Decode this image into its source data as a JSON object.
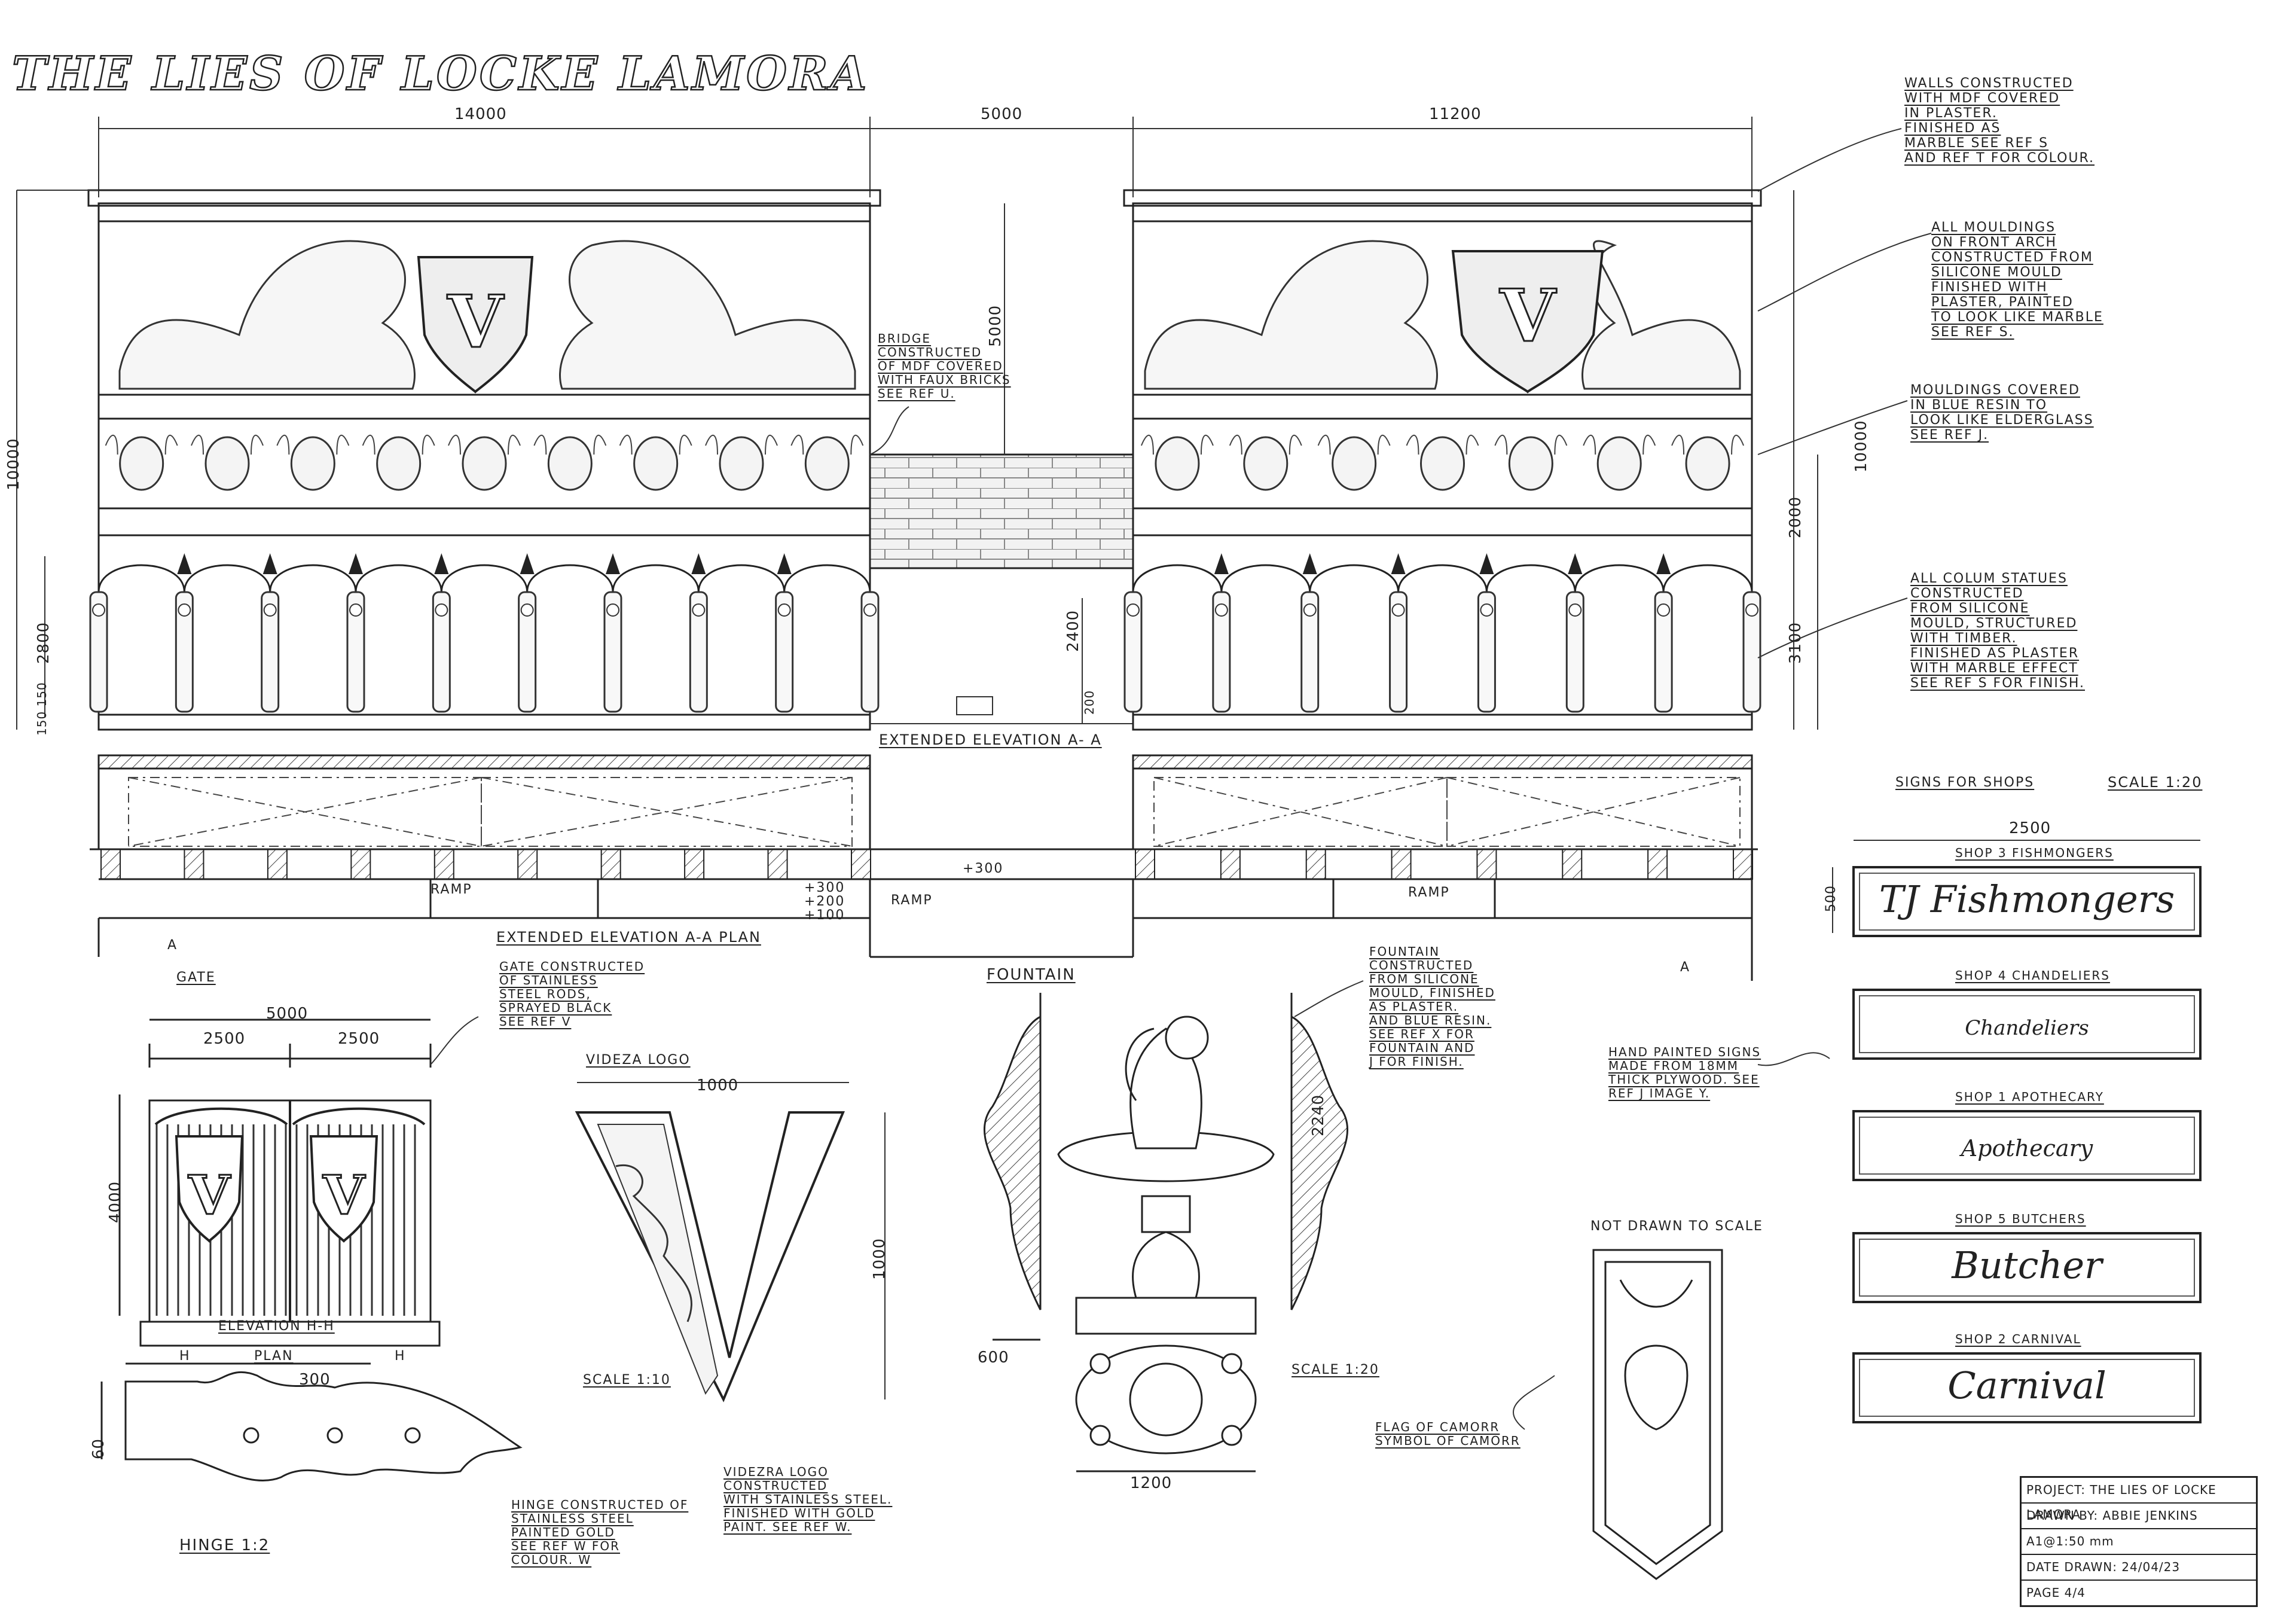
{
  "title": "THE LIES OF LOCKE LAMORA",
  "dimensions": {
    "top_left": "14000",
    "top_mid": "5000",
    "top_right": "11200",
    "left_height": "10000",
    "left_lower": "2800",
    "left_base": "150 150",
    "bridge_height": "5000",
    "bridge_lower": "2400",
    "bridge_base": "200",
    "right_height": "10000",
    "right_upper": "2000",
    "right_lower": "3100"
  },
  "elevation_label": "EXTENDED ELEVATION A- A",
  "plan_label": "EXTENDED ELEVATION A-A PLAN",
  "plan": {
    "ramp": "RAMP",
    "plus300": "+300",
    "levels": [
      "+300",
      "+200",
      "+100"
    ],
    "section_a": "A"
  },
  "notes": {
    "walls": "WALLS CONSTRUCTED\nWITH MDF COVERED\nIN PLASTER.\nFINISHED AS\nMARBLE SEE REF S\nAND REF T FOR COLOUR.",
    "mouldings": "ALL MOULDINGS\nON FRONT ARCH\nCONSTRUCTED FROM\nSILICONE MOULD\nFINISHED WITH\nPLASTER, PAINTED\nTO LOOK LIKE MARBLE\nSEE REF S.",
    "mouldings_blue": "MOULDINGS COVERED\nIN BLUE RESIN TO\nLOOK LIKE ELDERGLASS\nSEE REF J.",
    "statues": "ALL COLUM STATUES\nCONSTRUCTED\nFROM SILICONE\nMOULD, STRUCTURED\nWITH TIMBER.\nFINISHED AS PLASTER\nWITH MARBLE EFFECT\nSEE REF S FOR FINISH.",
    "bridge": "BRIDGE\nCONSTRUCTED\nOF MDF COVERED\nWITH FAUX BRICKS\nSEE REF U.",
    "gate": "GATE CONSTRUCTED\nOF STAINLESS\nSTEEL RODS,\nSPRAYED BLACK\nSEE REF V",
    "fountain": "FOUNTAIN\nCONSTRUCTED\nFROM SILICONE\nMOULD, FINISHED\nAS PLASTER.\nAND BLUE RESIN.\nSEE REF X FOR\nFOUNTAIN AND\nJ FOR FINISH.",
    "signs": "HAND PAINTED SIGNS\nMADE FROM 18MM\nTHICK PLYWOOD. SEE\nREF J IMAGE Y.",
    "hinge": "HINGE CONSTRUCTED OF\nSTAINLESS STEEL\nPAINTED GOLD\nSEE REF W FOR\nCOLOUR. W",
    "logo": "VIDEZRA LOGO\nCONSTRUCTED\nWITH STAINLESS STEEL.\nFINISHED WITH GOLD\nPAINT. SEE REF W.",
    "flag": "FLAG OF CAMORR\nSYMBOL OF CAMORR"
  },
  "gate": {
    "title": "GATE",
    "width": "5000",
    "half_left": "2500",
    "half_right": "2500",
    "height": "4000",
    "elevation": "ELEVATION H-H",
    "plan": "PLAN",
    "h_left": "H",
    "h_right": "H",
    "shield_letter": "V"
  },
  "hinge": {
    "title": "HINGE 1:2",
    "width": "300",
    "height": "60"
  },
  "logo": {
    "title": "VIDEZA LOGO",
    "width": "1000",
    "height": "1000",
    "scale": "SCALE 1:10",
    "letter": "V"
  },
  "fountain": {
    "title": "FOUNTAIN",
    "height": "2240",
    "base_width": "600",
    "plan_width": "1200",
    "scale": "SCALE 1:20"
  },
  "flag_label": "NOT DRAWN TO SCALE",
  "signs": {
    "title": "SIGNS FOR SHOPS",
    "scale": "SCALE 1:20",
    "width": "2500",
    "height": "500",
    "items": [
      {
        "shop": "SHOP 3 FISHMONGERS",
        "text": "TJ Fishmongers"
      },
      {
        "shop": "SHOP 4 CHANDELIERS",
        "text": "Chandeliers"
      },
      {
        "shop": "SHOP 1 APOTHECARY",
        "text": "Apothecary"
      },
      {
        "shop": "SHOP 5 BUTCHERS",
        "text": "Butcher"
      },
      {
        "shop": "SHOP 2 CARNIVAL",
        "text": "Carnival"
      }
    ]
  },
  "shield_letter": "V",
  "title_block": {
    "project": "PROJECT: THE LIES OF LOCKE LAMORA",
    "drawn_by": "DRAWN BY: ABBIE JENKINS",
    "scale": "A1@1:50 mm",
    "date": "DATE DRAWN: 24/04/23",
    "page": "PAGE 4/4"
  }
}
